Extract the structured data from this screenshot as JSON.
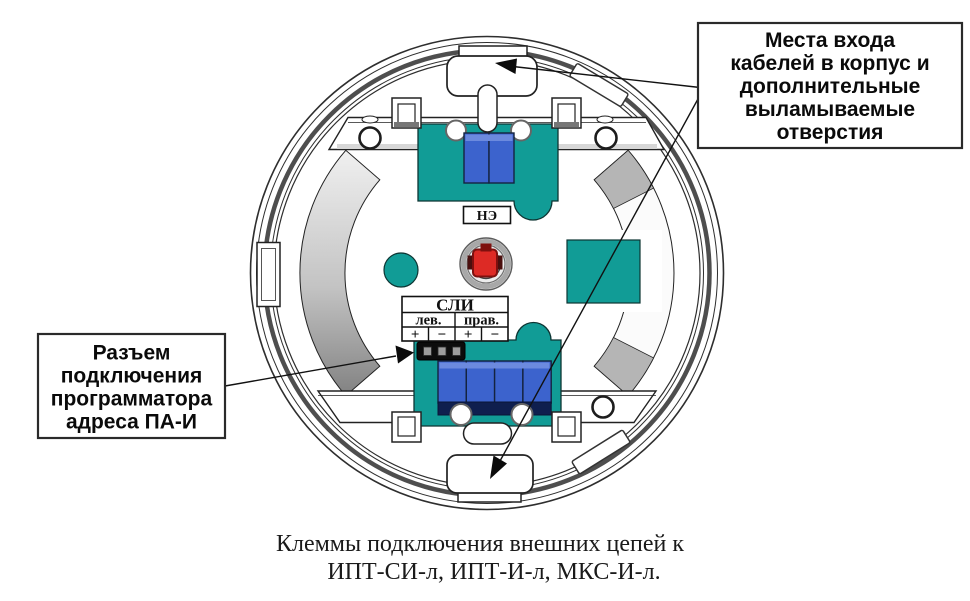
{
  "colors": {
    "teal": "#119c96",
    "terminal_blue": "#3c63cd",
    "terminal_blue_light": "#6c8ade",
    "terminal_navy": "#0f1f4e",
    "led_red": "#dd2a25",
    "led_red_dark": "#7e100e"
  },
  "callouts": {
    "cable_entry": {
      "lines": [
        "Места входа",
        "кабелей в корпус и",
        "дополнительные",
        "выламываемые",
        "отверстия"
      ]
    },
    "programmer": {
      "lines": [
        "Разъем",
        "подключения",
        "программатора",
        "адреса ПА-И"
      ]
    }
  },
  "board": {
    "ne_label": "НЭ",
    "sli_title": "СЛИ",
    "sli_col_left": "лев.",
    "sli_col_right": "прав.",
    "sli_signs": [
      "+",
      "−",
      "+",
      "−"
    ]
  },
  "caption": {
    "line1": "Клеммы подключения внешних цепей к",
    "line2": "ИПТ-СИ-л, ИПТ-И-л, МКС-И-л."
  }
}
